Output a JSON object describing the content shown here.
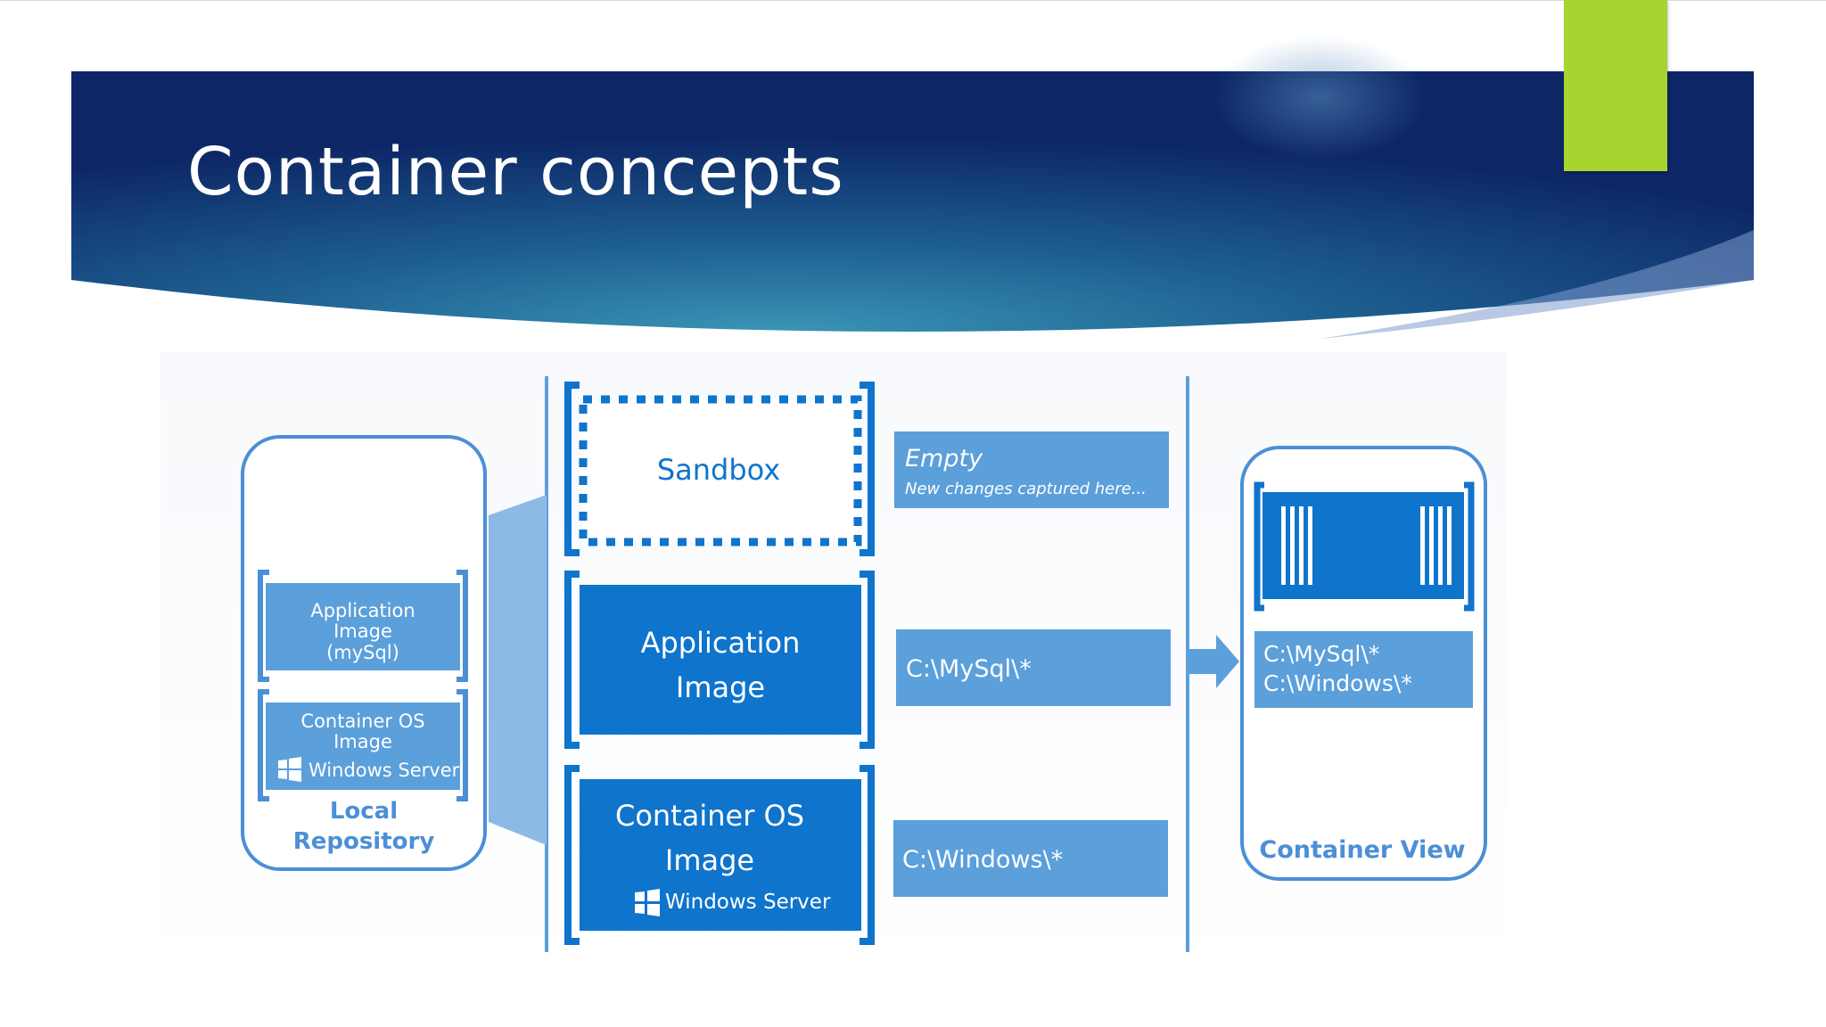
{
  "slide": {
    "title": "Container concepts"
  },
  "repository": {
    "app_image_line1": "Application",
    "app_image_line2": "Image",
    "app_image_line3": "(mySql)",
    "os_image_line1": "Container OS",
    "os_image_line2": "Image",
    "os_brand": "Windows Server",
    "label_line1": "Local",
    "label_line2": "Repository"
  },
  "layers": {
    "sandbox": "Sandbox",
    "app_line1": "Application",
    "app_line2": "Image",
    "os_line1": "Container OS",
    "os_line2": "Image",
    "os_brand": "Windows Server"
  },
  "paths": {
    "sandbox_title": "Empty",
    "sandbox_sub": "New changes captured here...",
    "app_path": "C:\\MySql\\*",
    "os_path": "C:\\Windows\\*"
  },
  "container_view": {
    "line1": "C:\\MySql\\*",
    "line2": "C:\\Windows\\*",
    "label": "Container View"
  },
  "colors": {
    "header_dark": "#0e2a68",
    "header_mid": "#1f5a8e",
    "header_light": "#3a93b3",
    "accent": "#a8d430",
    "primary_blue": "#0f74cc",
    "light_blue": "#5b9fdb",
    "outline_blue": "#4b8fd6"
  }
}
